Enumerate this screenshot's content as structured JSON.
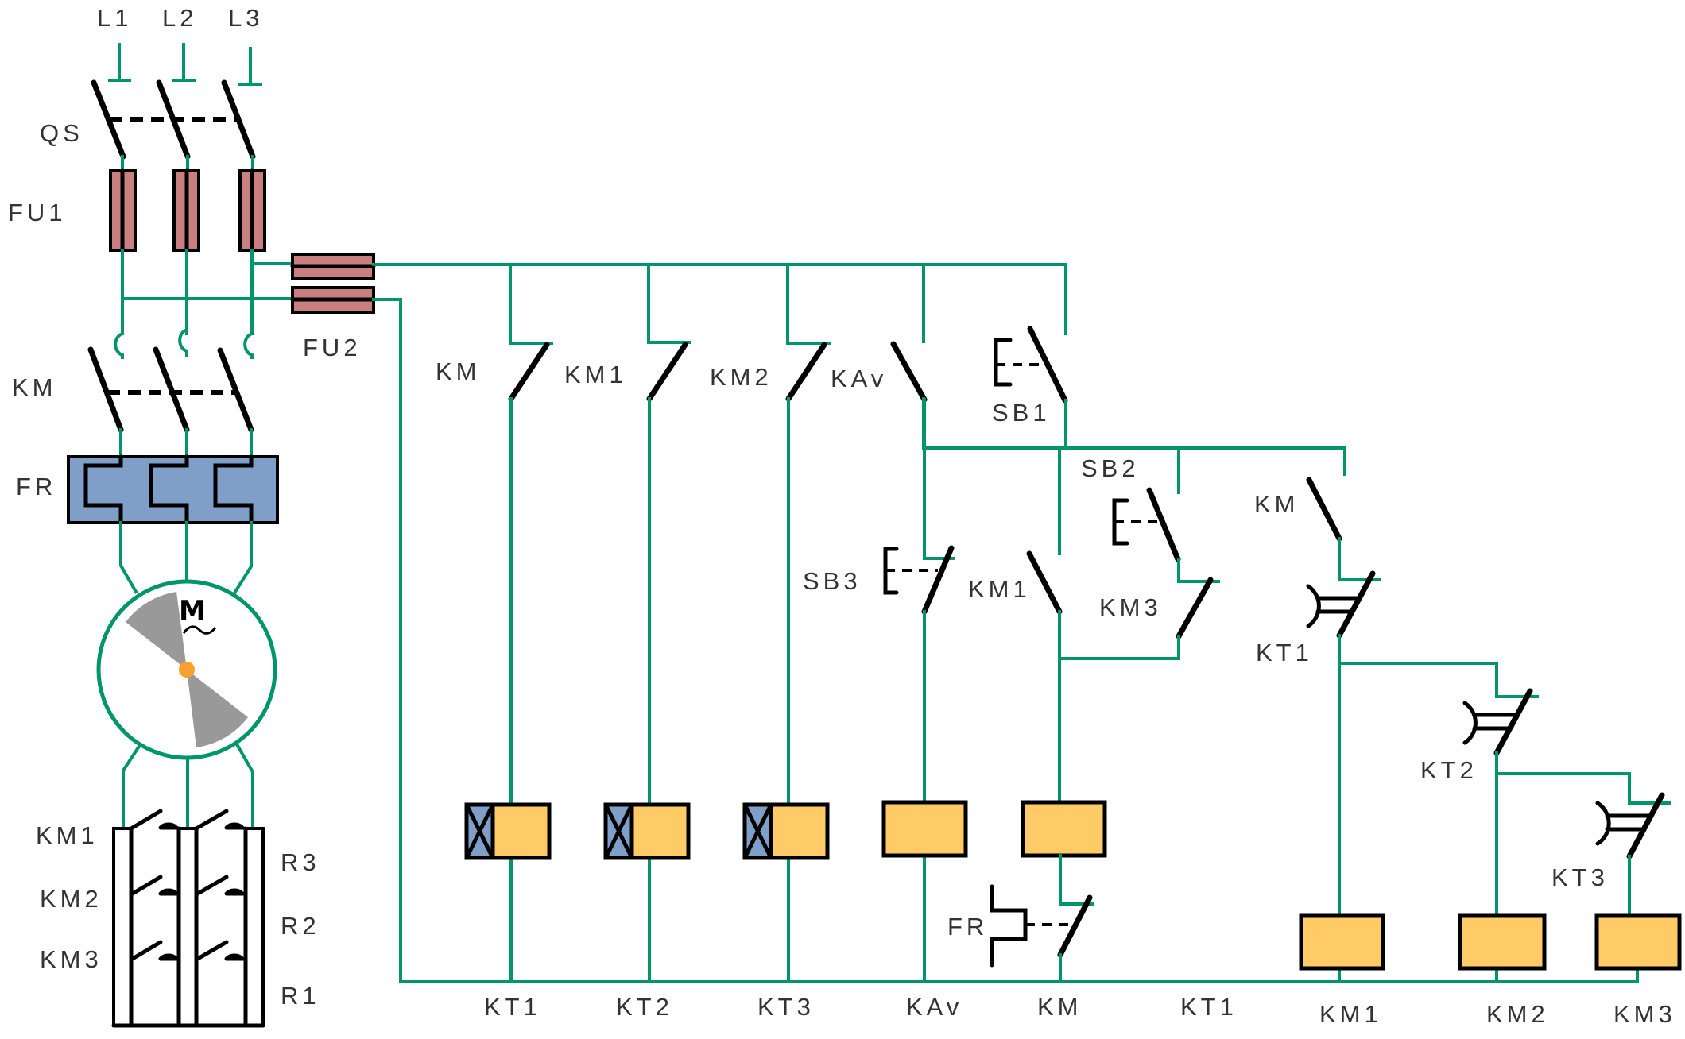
{
  "title": "Three-phase motor star-resistance multi-stage start control circuit",
  "colors": {
    "wire": "#00956a",
    "fuse": "#c97f7f",
    "coil": "#fecb66",
    "timer_coil_marker": "#7f9fc8",
    "thermal_relay": "#7f9fc8",
    "motor_fan": "#999999",
    "motor_hub": "#f7a030",
    "label": "#333333"
  },
  "power_circuit": {
    "phases": [
      "L1",
      "L2",
      "L3"
    ],
    "isolator": "QS",
    "main_fuses": "FU1",
    "control_fuses": "FU2",
    "main_contactor": "KM",
    "thermal_relay": "FR",
    "motor": {
      "symbol": "M",
      "ac_symbol": "~"
    },
    "bypass_contactors": [
      "KM1",
      "KM2",
      "KM3"
    ],
    "resistors": [
      "R3",
      "R2",
      "R1"
    ]
  },
  "control_circuit": {
    "top_contacts": [
      {
        "name": "KM",
        "type": "NC"
      },
      {
        "name": "KM1",
        "type": "NC"
      },
      {
        "name": "KM2",
        "type": "NC"
      },
      {
        "name": "KAv",
        "type": "NO"
      },
      {
        "name": "SB1",
        "type": "NO pushbutton"
      }
    ],
    "branch_contacts": [
      {
        "name": "SB2",
        "type": "NO pushbutton"
      },
      {
        "name": "SB3",
        "type": "NC pushbutton"
      },
      {
        "name": "KM1",
        "type": "NO"
      },
      {
        "name": "KM3",
        "type": "NC"
      },
      {
        "name": "KM",
        "type": "NO"
      },
      {
        "name": "KT1",
        "type": "timed NO"
      },
      {
        "name": "KT2",
        "type": "timed NO"
      },
      {
        "name": "KT3",
        "type": "timed NO"
      },
      {
        "name": "FR",
        "type": "NC thermal"
      }
    ],
    "coils": [
      {
        "name": "KT1",
        "timed": true
      },
      {
        "name": "KT2",
        "timed": true
      },
      {
        "name": "KT3",
        "timed": true
      },
      {
        "name": "KAv",
        "timed": false
      },
      {
        "name": "KM",
        "timed": false
      },
      {
        "name": "KT1",
        "timed": false,
        "label_only": true
      },
      {
        "name": "KM1",
        "timed": false
      },
      {
        "name": "KM2",
        "timed": false
      },
      {
        "name": "KM3",
        "timed": false
      }
    ]
  },
  "labels": {
    "L1": "L1",
    "L2": "L2",
    "L3": "L3",
    "QS": "QS",
    "FU1": "FU1",
    "FU2": "FU2",
    "KM_power": "KM",
    "FR_power": "FR",
    "motor_M": "M",
    "motor_tilde": "~",
    "KM1_res": "KM1",
    "KM2_res": "KM2",
    "KM3_res": "KM3",
    "R3": "R3",
    "R2": "R2",
    "R1": "R1",
    "c_KM": "KM",
    "c_KM1": "KM1",
    "c_KM2": "KM2",
    "c_KAv": "KAv",
    "c_SB1": "SB1",
    "c_SB2": "SB2",
    "c_SB3": "SB3",
    "c_KM1_no": "KM1",
    "c_KM3": "KM3",
    "c_KM_no": "KM",
    "c_KT1": "KT1",
    "c_KT2": "KT2",
    "c_KT3": "KT3",
    "c_FR": "FR",
    "coil_KT1": "KT1",
    "coil_KT2": "KT2",
    "coil_KT3": "KT3",
    "coil_KAv": "KAv",
    "coil_KM": "KM",
    "bottom_KT1": "KT1",
    "coil_KM1": "KM1",
    "coil_KM2": "KM2",
    "coil_KM3": "KM3"
  }
}
